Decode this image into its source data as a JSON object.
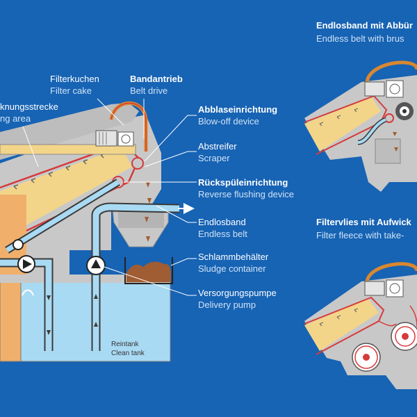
{
  "colors": {
    "background": "#1763b4",
    "machine": "#c8c8c8",
    "machine_dark": "#8f8f8f",
    "filter_bed": "#f3d58a",
    "belt_red": "#d63a3a",
    "belt_orange": "#d8882f",
    "water": "#a9daf3",
    "sludge": "#a05c32",
    "dirty_liquid": "#f0b06c"
  },
  "labels": {
    "drying_area": {
      "de": "knungsstrecke",
      "en": "ng area"
    },
    "filter_cake": {
      "de": "Filterkuchen",
      "en": "Filter cake"
    },
    "belt_drive": {
      "de": "Bandantrieb",
      "en": "Belt drive"
    },
    "blow_off": {
      "de": "Abblaseinrichtung",
      "en": "Blow-off device"
    },
    "scraper": {
      "de": "Abstreifer",
      "en": "Scraper"
    },
    "reverse_flushing": {
      "de": "Rückspüleinrichtung",
      "en": "Reverse flushing device"
    },
    "endless_belt": {
      "de": "Endlosband",
      "en": "Endless belt"
    },
    "sludge_container": {
      "de": "Schlammbehälter",
      "en": "Sludge container"
    },
    "delivery_pump": {
      "de": "Versorgungspumpe",
      "en": "Delivery pump"
    },
    "clean_tank": {
      "de": "Reintank",
      "en": "Clean tank"
    },
    "variant_brush": {
      "de": "Endlosband mit Abbür",
      "en": "Endless belt with brus"
    },
    "variant_fleece": {
      "de": "Filtervlies mit Aufwick",
      "en": "Filter fleece with take-"
    }
  }
}
